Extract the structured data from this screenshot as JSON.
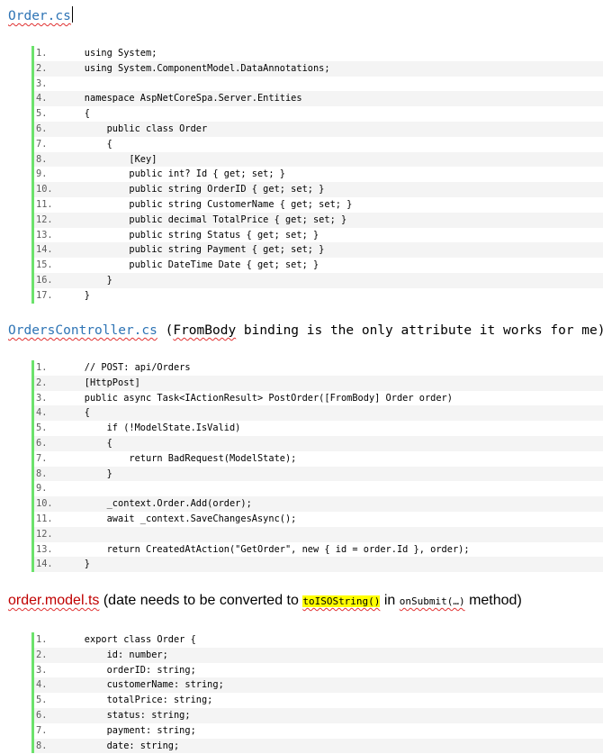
{
  "section1": {
    "filename": "Order.cs",
    "lines": [
      {
        "n": "1.",
        "t": "    using System;"
      },
      {
        "n": "2.",
        "t": "    using System.ComponentModel.DataAnnotations;"
      },
      {
        "n": "3.",
        "t": ""
      },
      {
        "n": "4.",
        "t": "    namespace AspNetCoreSpa.Server.Entities"
      },
      {
        "n": "5.",
        "t": "    {"
      },
      {
        "n": "6.",
        "t": "        public class Order"
      },
      {
        "n": "7.",
        "t": "        {"
      },
      {
        "n": "8.",
        "t": "            [Key]"
      },
      {
        "n": "9.",
        "t": "            public int? Id { get; set; }"
      },
      {
        "n": "10.",
        "t": "            public string OrderID { get; set; }"
      },
      {
        "n": "11.",
        "t": "            public string CustomerName { get; set; }"
      },
      {
        "n": "12.",
        "t": "            public decimal TotalPrice { get; set; }"
      },
      {
        "n": "13.",
        "t": "            public string Status { get; set; }"
      },
      {
        "n": "14.",
        "t": "            public string Payment { get; set; }"
      },
      {
        "n": "15.",
        "t": "            public DateTime Date { get; set; }"
      },
      {
        "n": "16.",
        "t": "        }"
      },
      {
        "n": "17.",
        "t": "    }"
      }
    ]
  },
  "section2": {
    "filename": "OrdersController.cs",
    "note_open": " (",
    "note_word": "FromBody",
    "note_rest": " binding is the only attribute it works for me)",
    "lines": [
      {
        "n": "1.",
        "t": "    // POST: api/Orders"
      },
      {
        "n": "2.",
        "t": "    [HttpPost]"
      },
      {
        "n": "3.",
        "t": "    public async Task<IActionResult> PostOrder([FromBody] Order order)"
      },
      {
        "n": "4.",
        "t": "    {"
      },
      {
        "n": "5.",
        "t": "        if (!ModelState.IsValid)"
      },
      {
        "n": "6.",
        "t": "        {"
      },
      {
        "n": "7.",
        "t": "            return BadRequest(ModelState);"
      },
      {
        "n": "8.",
        "t": "        }"
      },
      {
        "n": "9.",
        "t": ""
      },
      {
        "n": "10.",
        "t": "        _context.Order.Add(order);"
      },
      {
        "n": "11.",
        "t": "        await _context.SaveChangesAsync();"
      },
      {
        "n": "12.",
        "t": ""
      },
      {
        "n": "13.",
        "t": "        return CreatedAtAction(\"GetOrder\", new { id = order.Id }, order);"
      },
      {
        "n": "14.",
        "t": "    }"
      }
    ]
  },
  "section3": {
    "filename": "order.model.ts",
    "note_1": " (date needs to be converted to ",
    "note_code1": "toISOString()",
    "note_2": " in ",
    "note_code2": "onSubmit(…)",
    "note_3": " method)",
    "lines": [
      {
        "n": "1.",
        "t": "    export class Order {"
      },
      {
        "n": "2.",
        "t": "        id: number;"
      },
      {
        "n": "3.",
        "t": "        orderID: string;"
      },
      {
        "n": "4.",
        "t": "        customerName: string;"
      },
      {
        "n": "5.",
        "t": "        totalPrice: string;"
      },
      {
        "n": "6.",
        "t": "        status: string;"
      },
      {
        "n": "7.",
        "t": "        payment: string;"
      },
      {
        "n": "8.",
        "t": "        date: string;"
      }
    ]
  }
}
